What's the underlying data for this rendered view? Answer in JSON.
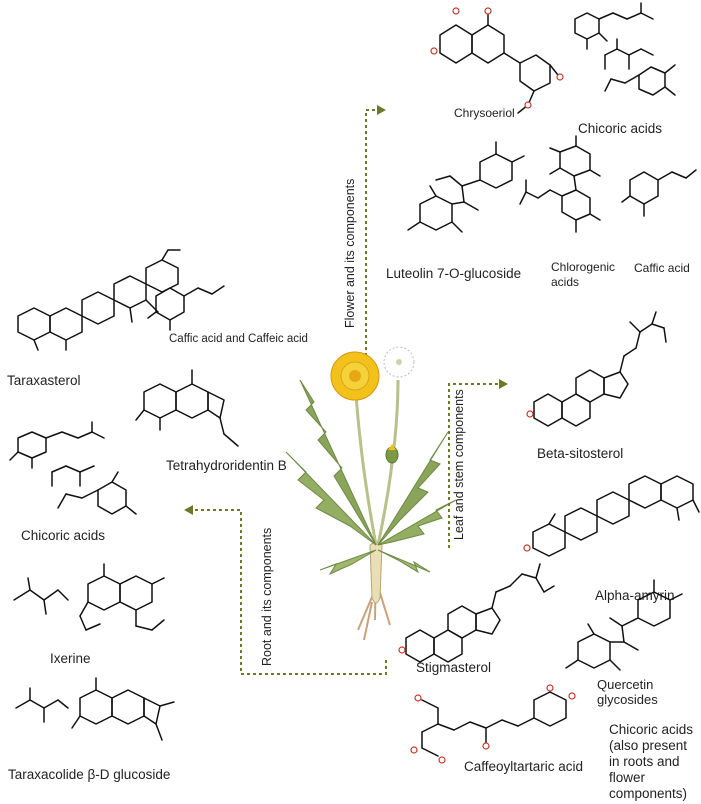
{
  "sections": {
    "flower": "Flower and its components",
    "leaf_stem": "Leaf and stem components",
    "root": "Root and its components"
  },
  "flower_compounds": {
    "chrysoeriol": "Chrysoeriol",
    "chicoric": "Chicoric acids",
    "luteolin": "Luteolin 7-O-glucoside",
    "chlorogenic": "Chlorogenic acids",
    "caffic": "Caffic acid"
  },
  "root_compounds": {
    "taraxasterol": "Taraxasterol",
    "caffic_caffeic": "Caffic acid and Caffeic acid",
    "tetrahydroridentin": "Tetrahydroridentin B",
    "chicoric": "Chicoric acids",
    "ixerine": "Ixerine",
    "taraxacolide": "Taraxacolide β-D glucoside"
  },
  "leaf_compounds": {
    "beta_sitosterol": "Beta-sitosterol",
    "alpha_amyrin": "Alpha-amyrin",
    "stigmasterol": "Stigmasterol",
    "quercetin": "Quercetin glycosides",
    "caffeoyltartaric": "Caffeoyltartaric acid",
    "chicoric_note": "Chicoric acids (also present in roots and flower components)"
  },
  "colors": {
    "arrow": "#6b7a2a",
    "petal": "#f2c21b",
    "leaf": "#8aa55a",
    "root": "#d9cfa0"
  },
  "icons": [
    "dandelion-plant-illustration",
    "chemical-structure"
  ]
}
